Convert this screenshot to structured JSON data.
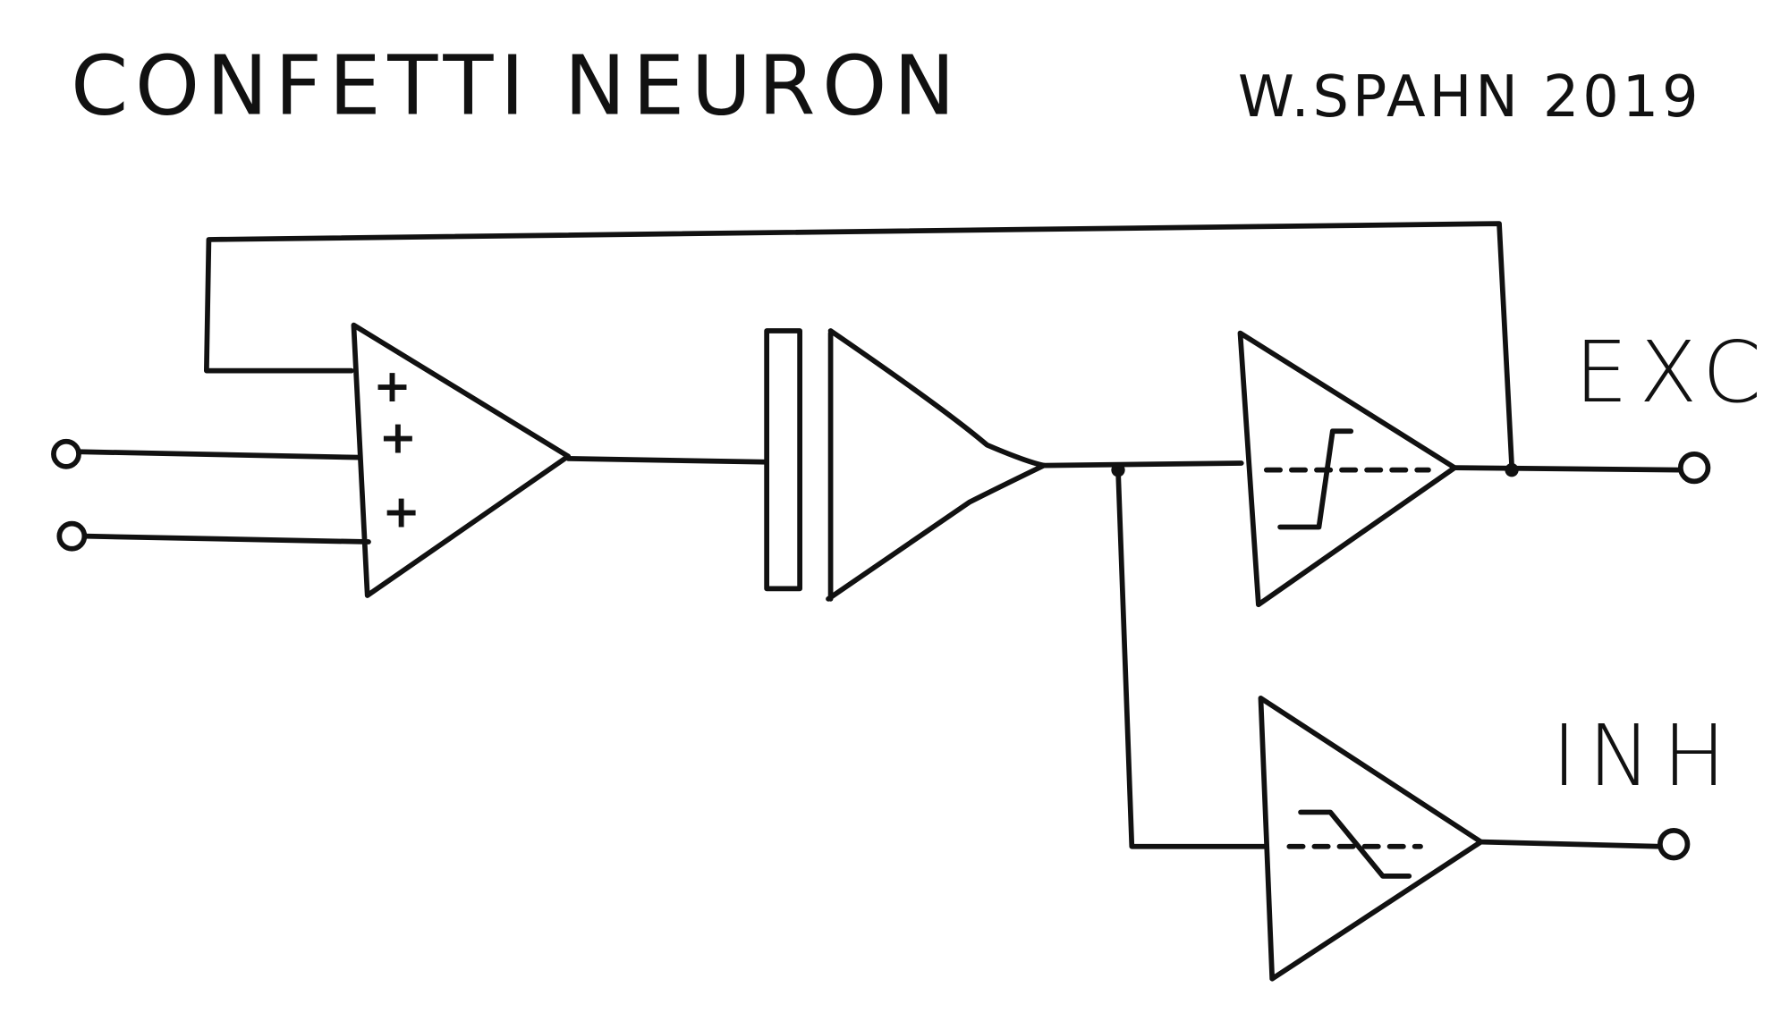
{
  "title": "CONFETTI NEURON",
  "author": "W.SPAHN 2019",
  "outputs": {
    "excitatory": "EXC",
    "inhibitory": "INH"
  },
  "summer_signs": [
    "+",
    "+",
    "+"
  ],
  "colors": {
    "ink": "#111111",
    "paper": "#ffffff"
  }
}
